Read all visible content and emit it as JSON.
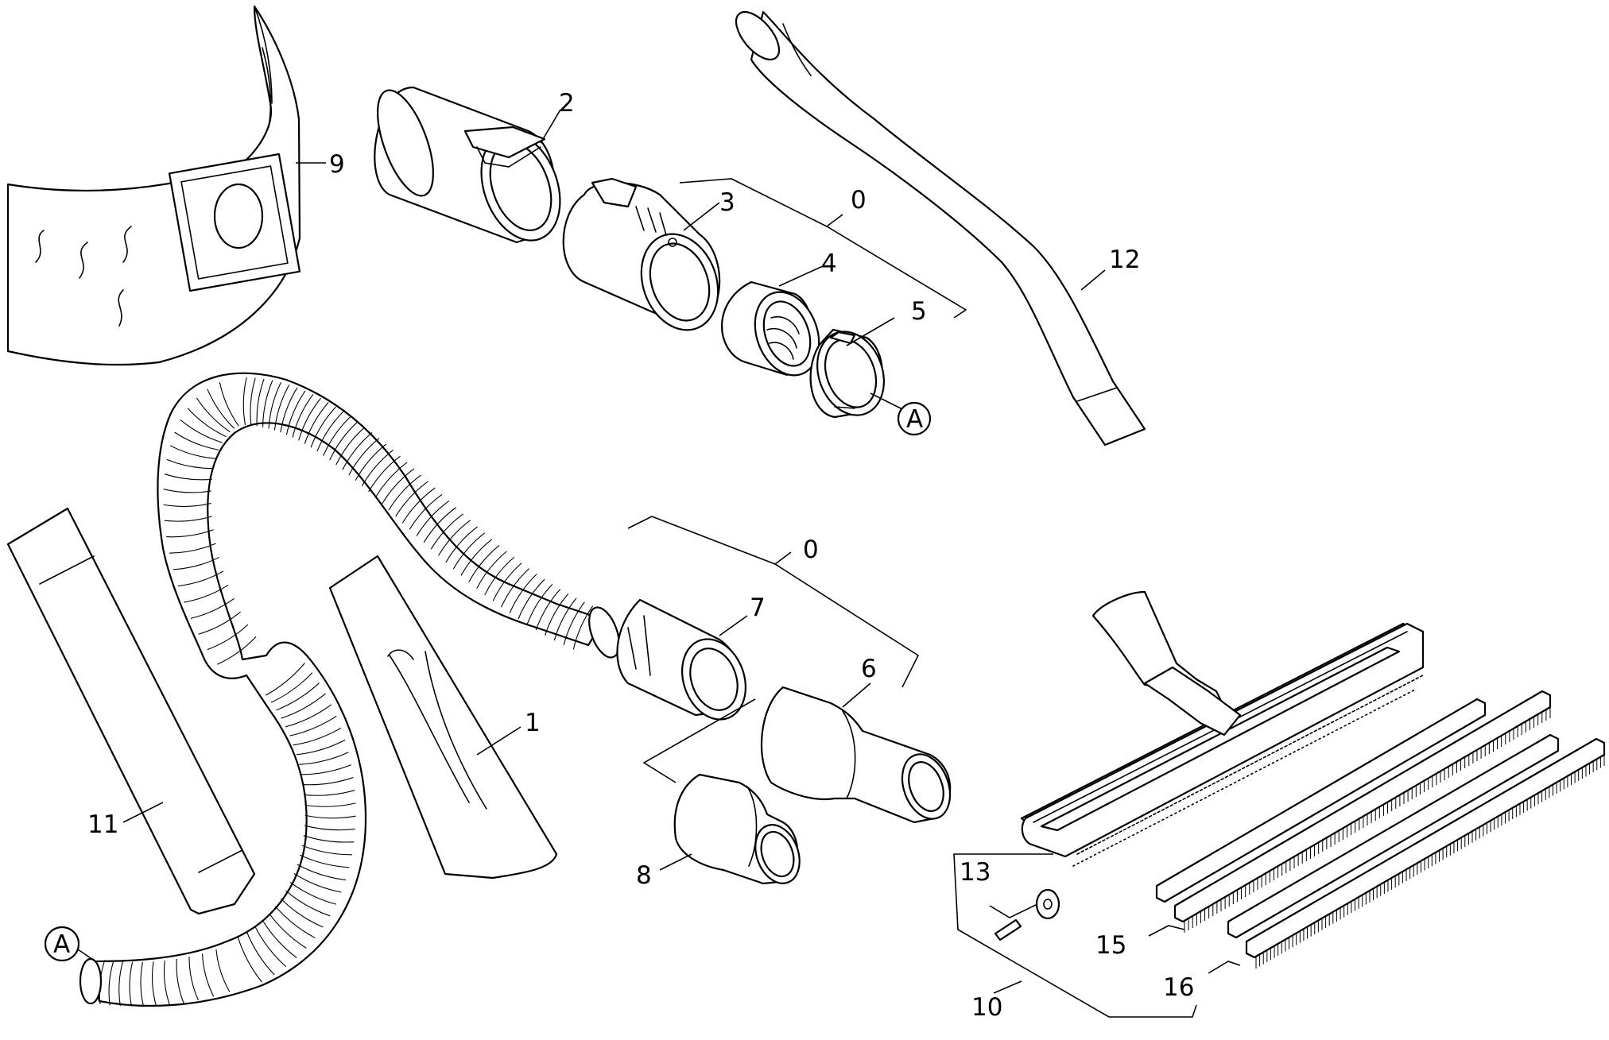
{
  "labels": {
    "p0_top": "0",
    "p0_mid": "0",
    "p1": "1",
    "p2": "2",
    "p3": "3",
    "p4": "4",
    "p5": "5",
    "p6": "6",
    "p7": "7",
    "p8": "8",
    "p9": "9",
    "p10": "10",
    "p11": "11",
    "p12": "12",
    "p13": "13",
    "p15": "15",
    "p16": "16",
    "marker_a_top": "A",
    "marker_a_bottom": "A"
  },
  "colors": {
    "line": "#000000",
    "background": "#ffffff"
  }
}
